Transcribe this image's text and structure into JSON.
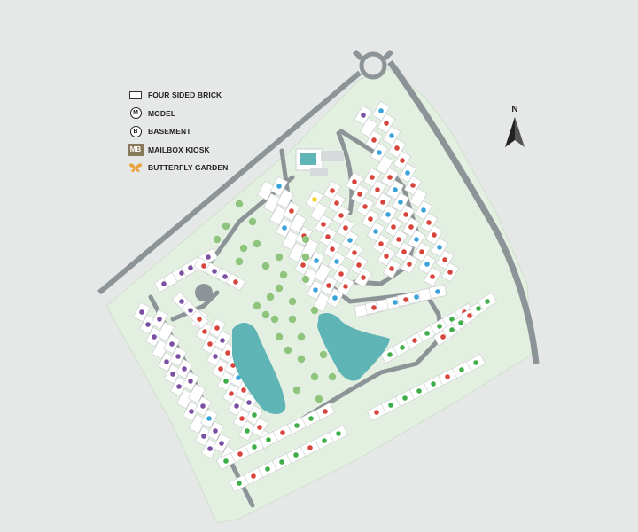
{
  "legend": {
    "brick": "FOUR SIDED BRICK",
    "model": "MODEL",
    "model_letter": "M",
    "basement": "BASEMENT",
    "basement_letter": "B",
    "mailbox": "MAILBOX KIOSK",
    "mailbox_letter": "MB",
    "butterfly": "BUTTERFLY GARDEN"
  },
  "compass": {
    "letter": "N"
  },
  "colors": {
    "background": "#e6e8e8",
    "green_space": "#e3f0e1",
    "lot": "#ffffff",
    "road": "#8d9497",
    "pond": "#5fb4b5",
    "tree": "#8fc47c",
    "purple": "#7b4fa3",
    "red": "#d8453c",
    "blue": "#3aa3d9",
    "green": "#3fae49",
    "yellow": "#f2d22e",
    "mailbox": "#8a7a5c",
    "butterfly": "#e8a33c"
  },
  "lot_status": [
    "purple",
    "red",
    "blue",
    "green",
    "yellow"
  ]
}
